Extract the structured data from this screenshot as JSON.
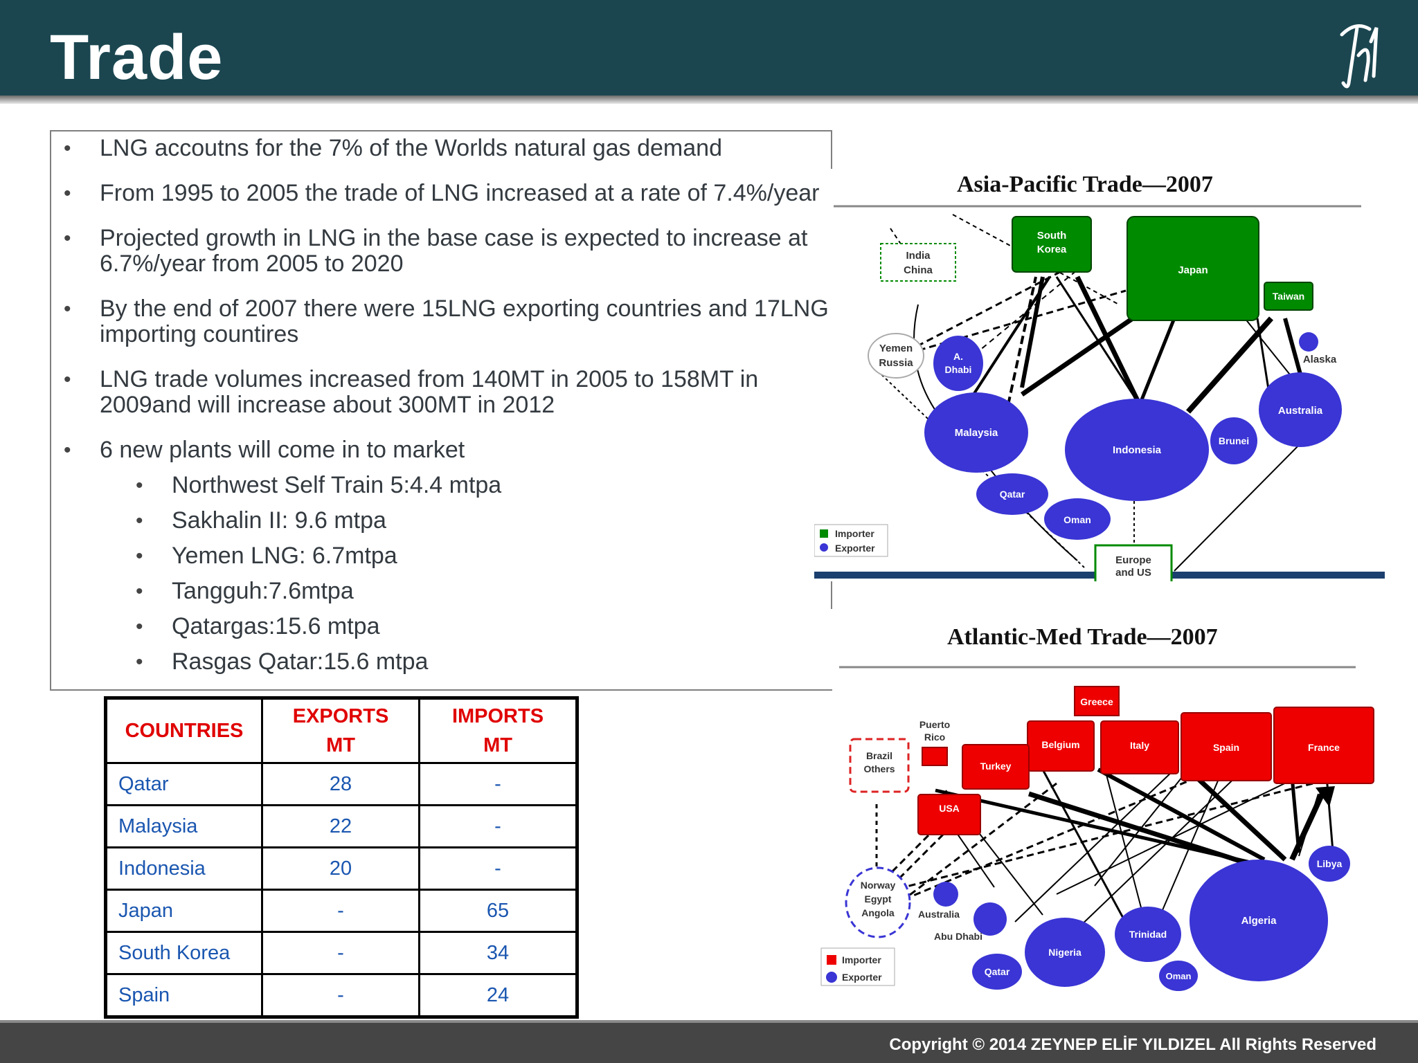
{
  "header": {
    "title": "Trade",
    "logo_icon": "signature-icon"
  },
  "bullets": [
    "LNG accoutns for the 7% of the Worlds natural gas demand",
    "From 1995 to 2005 the trade of LNG increased at a rate of 7.4%/year",
    "Projected growth in LNG in the base case is expected to increase at 6.7%/year from 2005 to 2020",
    "By the end of 2007 there were 15LNG exporting countries and 17LNG importing countires",
    "LNG trade volumes increased from 140MT in 2005 to 158MT in 2009and will increase about 300MT in 2012",
    "6 new plants will come in to market"
  ],
  "sub_bullets": [
    "Northwest Self Train 5:4.4 mtpa",
    "Sakhalin II: 9.6 mtpa",
    "Yemen LNG: 6.7mtpa",
    "Tangguh:7.6mtpa",
    "Qatargas:15.6 mtpa",
    "Rasgas Qatar:15.6 mtpa"
  ],
  "table": {
    "headers": [
      "COUNTRIES",
      "EXPORTS",
      "MT",
      "IMPORTS",
      "MT"
    ],
    "rows": [
      [
        "Qatar",
        "28",
        "-"
      ],
      [
        "Malaysia",
        "22",
        "-"
      ],
      [
        "Indonesia",
        "20",
        "-"
      ],
      [
        "Japan",
        "-",
        "65"
      ],
      [
        "South Korea",
        "-",
        "34"
      ],
      [
        "Spain",
        "-",
        "24"
      ]
    ]
  },
  "asia_chart": {
    "title": "Asia-Pacific Trade—2007",
    "nodes": [
      "South",
      "Korea",
      "Japan",
      "Taiwan",
      "India",
      "China",
      "Yemen",
      "Russia",
      "A.",
      "Dhabi",
      "Alaska",
      "Malaysia",
      "Indonesia",
      "Australia",
      "Brunei",
      "Qatar",
      "Oman",
      "Europe",
      "and US"
    ],
    "legend": [
      "Importer",
      "Exporter"
    ],
    "colors": {
      "importer": "#008a00",
      "exporter": "#3a35d4"
    }
  },
  "atlantic_chart": {
    "title": "Atlantic-Med Trade—2007",
    "nodes": [
      "Greece",
      "Puerto",
      "Rico",
      "Brazil",
      "Others",
      "Belgium",
      "Italy",
      "Spain",
      "France",
      "Turkey",
      "USA",
      "Libya",
      "Norway",
      "Egypt",
      "Angola",
      "Australia",
      "Abu Dhabi",
      "Algeria",
      "Trinidad",
      "Nigeria",
      "Qatar",
      "Oman"
    ],
    "legend": [
      "Importer",
      "Exporter"
    ],
    "colors": {
      "importer": "#ee0000",
      "exporter": "#3a35d4"
    }
  },
  "footer": {
    "copyright": "Copyright © 2014 ZEYNEP ELİF YILDIZEL All Rights Reserved"
  }
}
